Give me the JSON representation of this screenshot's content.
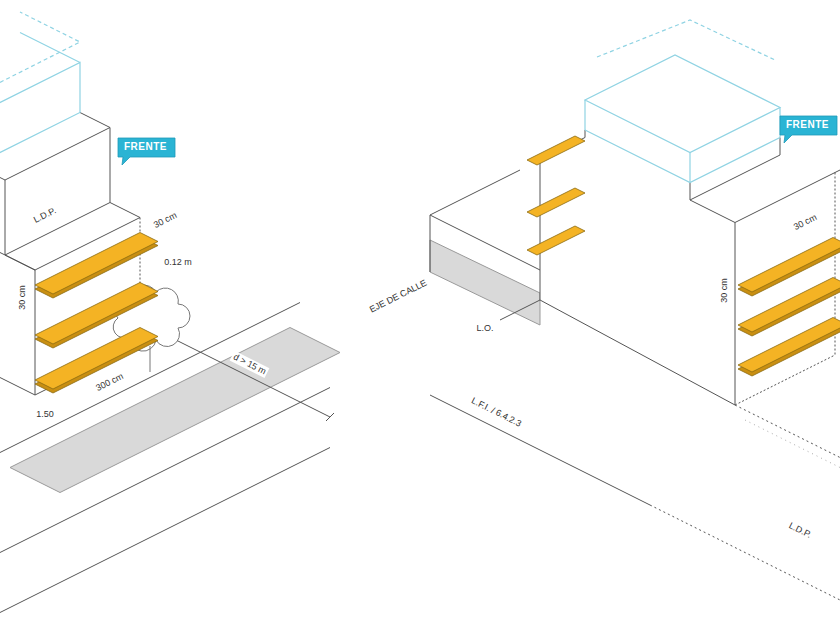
{
  "diagram": {
    "nodes": [
      {
        "text": [
          "FRENTE"
        ]
      },
      {
        "text": [
          "FRENTE"
        ]
      }
    ],
    "labels": [
      "L.D.P.",
      "30 cm",
      "30 cm",
      "0.12 m",
      "300 cm",
      "d > 15 m",
      "1.50",
      "30 cm",
      "30 cm",
      "EJE DE CALLE",
      "L.O.",
      "L.F.I. / 6.4.2.3",
      "L.D.P."
    ]
  }
}
